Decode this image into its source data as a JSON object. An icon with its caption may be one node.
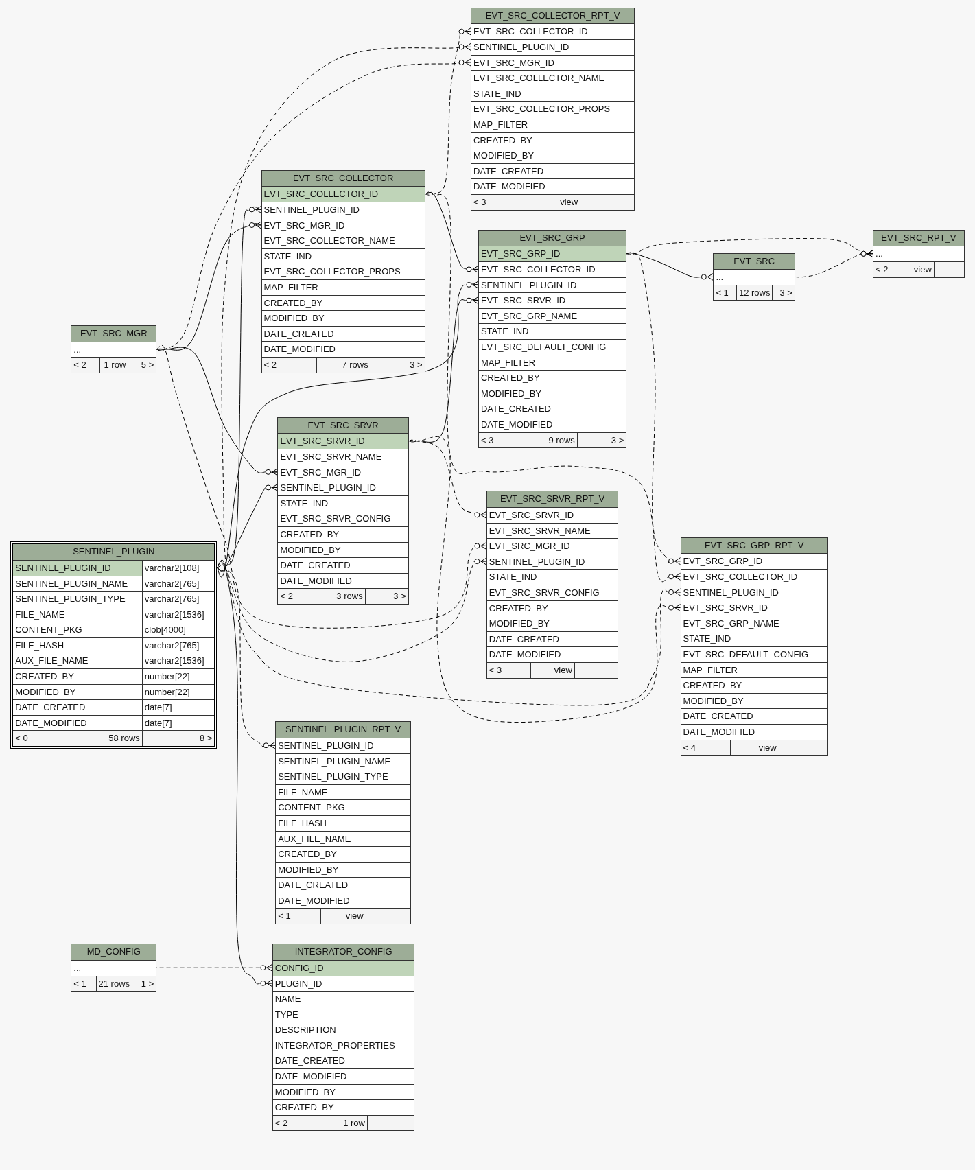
{
  "diagram": {
    "nodes": [
      {
        "text": [
          "EVT_SRC_COLLECTOR_RPT_V",
          "EVT_SRC_COLLECTOR_ID",
          "SENTINEL_PLUGIN_ID",
          "EVT_SRC_MGR_ID",
          "EVT_SRC_COLLECTOR_NAME",
          "STATE_IND",
          "EVT_SRC_COLLECTOR_PROPS",
          "MAP_FILTER",
          "CREATED_BY",
          "MODIFIED_BY",
          "DATE_CREATED",
          "DATE_MODIFIED",
          "< 3",
          "view"
        ]
      },
      {
        "text": [
          "EVT_SRC_COLLECTOR",
          "EVT_SRC_COLLECTOR_ID",
          "SENTINEL_PLUGIN_ID",
          "EVT_SRC_MGR_ID",
          "EVT_SRC_COLLECTOR_NAME",
          "STATE_IND",
          "EVT_SRC_COLLECTOR_PROPS",
          "MAP_FILTER",
          "CREATED_BY",
          "MODIFIED_BY",
          "DATE_CREATED",
          "DATE_MODIFIED",
          "< 2",
          "7 rows",
          "3 >"
        ]
      },
      {
        "text": [
          "EVT_SRC_GRP",
          "EVT_SRC_GRP_ID",
          "EVT_SRC_COLLECTOR_ID",
          "SENTINEL_PLUGIN_ID",
          "EVT_SRC_SRVR_ID",
          "EVT_SRC_GRP_NAME",
          "STATE_IND",
          "EVT_SRC_DEFAULT_CONFIG",
          "MAP_FILTER",
          "CREATED_BY",
          "MODIFIED_BY",
          "DATE_CREATED",
          "DATE_MODIFIED",
          "< 3",
          "9 rows",
          "3 >"
        ]
      },
      {
        "text": [
          "EVT_SRC",
          "...",
          "< 1",
          "12 rows",
          "3 >"
        ]
      },
      {
        "text": [
          "EVT_SRC_RPT_V",
          "...",
          "< 2",
          "view"
        ]
      },
      {
        "text": [
          "EVT_SRC_MGR",
          "...",
          "< 2",
          "1 row",
          "5 >"
        ]
      },
      {
        "text": [
          "EVT_SRC_SRVR",
          "EVT_SRC_SRVR_ID",
          "EVT_SRC_SRVR_NAME",
          "EVT_SRC_MGR_ID",
          "SENTINEL_PLUGIN_ID",
          "STATE_IND",
          "EVT_SRC_SRVR_CONFIG",
          "CREATED_BY",
          "MODIFIED_BY",
          "DATE_CREATED",
          "DATE_MODIFIED",
          "< 2",
          "3 rows",
          "3 >"
        ]
      },
      {
        "text": [
          "EVT_SRC_SRVR_RPT_V",
          "EVT_SRC_SRVR_ID",
          "EVT_SRC_SRVR_NAME",
          "EVT_SRC_MGR_ID",
          "SENTINEL_PLUGIN_ID",
          "STATE_IND",
          "EVT_SRC_SRVR_CONFIG",
          "CREATED_BY",
          "MODIFIED_BY",
          "DATE_CREATED",
          "DATE_MODIFIED",
          "< 3",
          "view"
        ]
      },
      {
        "text": [
          "SENTINEL_PLUGIN",
          "SENTINEL_PLUGIN_ID",
          "varchar2[108]",
          "SENTINEL_PLUGIN_NAME",
          "varchar2[765]",
          "SENTINEL_PLUGIN_TYPE",
          "varchar2[765]",
          "FILE_NAME",
          "varchar2[1536]",
          "CONTENT_PKG",
          "clob[4000]",
          "FILE_HASH",
          "varchar2[765]",
          "AUX_FILE_NAME",
          "varchar2[1536]",
          "CREATED_BY",
          "number[22]",
          "MODIFIED_BY",
          "number[22]",
          "DATE_CREATED",
          "date[7]",
          "DATE_MODIFIED",
          "date[7]",
          "< 0",
          "58 rows",
          "8 >"
        ]
      },
      {
        "text": [
          "EVT_SRC_GRP_RPT_V",
          "EVT_SRC_GRP_ID",
          "EVT_SRC_COLLECTOR_ID",
          "SENTINEL_PLUGIN_ID",
          "EVT_SRC_SRVR_ID",
          "EVT_SRC_GRP_NAME",
          "STATE_IND",
          "EVT_SRC_DEFAULT_CONFIG",
          "MAP_FILTER",
          "CREATED_BY",
          "MODIFIED_BY",
          "DATE_CREATED",
          "DATE_MODIFIED",
          "< 4",
          "view"
        ]
      },
      {
        "text": [
          "SENTINEL_PLUGIN_RPT_V",
          "SENTINEL_PLUGIN_ID",
          "SENTINEL_PLUGIN_NAME",
          "SENTINEL_PLUGIN_TYPE",
          "FILE_NAME",
          "CONTENT_PKG",
          "FILE_HASH",
          "AUX_FILE_NAME",
          "CREATED_BY",
          "MODIFIED_BY",
          "DATE_CREATED",
          "DATE_MODIFIED",
          "< 1",
          "view"
        ]
      },
      {
        "text": [
          "MD_CONFIG",
          "...",
          "< 1",
          "21 rows",
          "1 >"
        ]
      },
      {
        "text": [
          "INTEGRATOR_CONFIG",
          "CONFIG_ID",
          "PLUGIN_ID",
          "NAME",
          "TYPE",
          "DESCRIPTION",
          "INTEGRATOR_PROPERTIES",
          "DATE_CREATED",
          "DATE_MODIFIED",
          "MODIFIED_BY",
          "CREATED_BY",
          "< 2",
          "1 row"
        ]
      }
    ],
    "edges": [
      {
        "from": 8,
        "to": 1,
        "arrow": "other"
      },
      {
        "from": 5,
        "to": 1,
        "arrow": "other"
      },
      {
        "from": 1,
        "to": 2,
        "arrow": "other"
      },
      {
        "from": 8,
        "to": 2,
        "arrow": "other"
      },
      {
        "from": 6,
        "to": 2,
        "arrow": "other"
      },
      {
        "from": 5,
        "to": 6,
        "arrow": "other"
      },
      {
        "from": 8,
        "to": 6,
        "arrow": "other"
      },
      {
        "from": 2,
        "to": 3,
        "arrow": "other"
      },
      {
        "from": 8,
        "to": 12,
        "arrow": "other"
      },
      {
        "from": 1,
        "to": 0,
        "arrow": "other",
        "style": "dashed"
      },
      {
        "from": 8,
        "to": 0,
        "arrow": "other",
        "style": "dashed"
      },
      {
        "from": 5,
        "to": 0,
        "arrow": "other",
        "style": "dashed"
      },
      {
        "from": 2,
        "to": 4,
        "arrow": "other",
        "style": "dashed"
      },
      {
        "from": 3,
        "to": 4,
        "arrow": "other",
        "style": "dashed"
      },
      {
        "from": 6,
        "to": 7,
        "arrow": "other",
        "style": "dashed"
      },
      {
        "from": 5,
        "to": 7,
        "arrow": "other",
        "style": "dashed"
      },
      {
        "from": 8,
        "to": 7,
        "arrow": "other",
        "style": "dashed"
      },
      {
        "from": 2,
        "to": 9,
        "arrow": "other",
        "style": "dashed"
      },
      {
        "from": 1,
        "to": 9,
        "arrow": "other",
        "style": "dashed"
      },
      {
        "from": 8,
        "to": 9,
        "arrow": "other",
        "style": "dashed"
      },
      {
        "from": 6,
        "to": 9,
        "arrow": "other",
        "style": "dashed"
      },
      {
        "from": 8,
        "to": 10,
        "arrow": "other",
        "style": "dashed"
      },
      {
        "from": 11,
        "to": 12,
        "arrow": "other",
        "style": "dashed"
      }
    ]
  }
}
